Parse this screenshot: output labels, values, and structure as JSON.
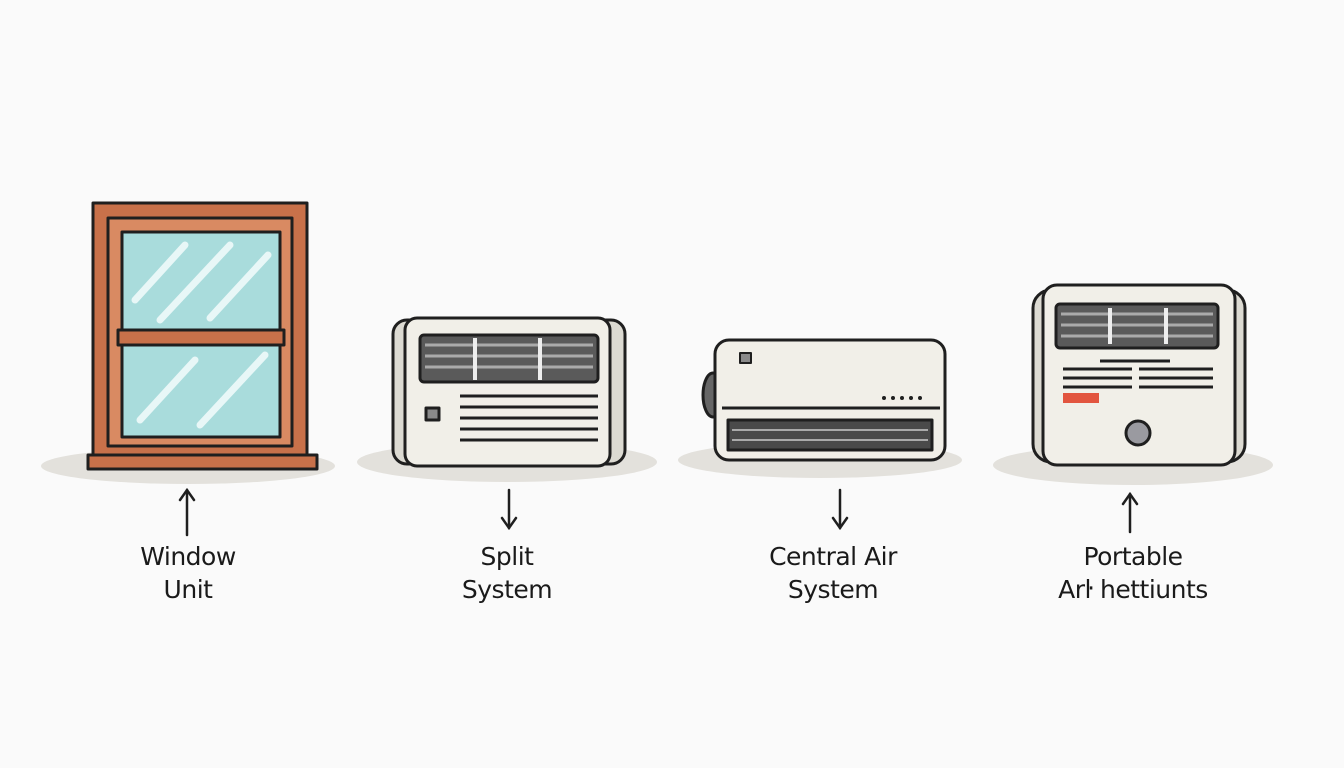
{
  "items": [
    {
      "line1": "Window",
      "line2": "Unit",
      "arrow": "up"
    },
    {
      "line1": "Split",
      "line2": "System",
      "arrow": "down"
    },
    {
      "line1": "Central Air",
      "line2": "System",
      "arrow": "down"
    },
    {
      "line1": "Portable",
      "line2": "Arŀ hettiunts",
      "arrow": "up"
    }
  ],
  "colors": {
    "background": "#fafafa",
    "wood": "#c8714a",
    "glass": "#a9dcdc",
    "unit_body": "#f1efe8",
    "outline": "#1f1f1f",
    "accent_red": "#e2553f",
    "shadow": "#e3e1dc"
  }
}
